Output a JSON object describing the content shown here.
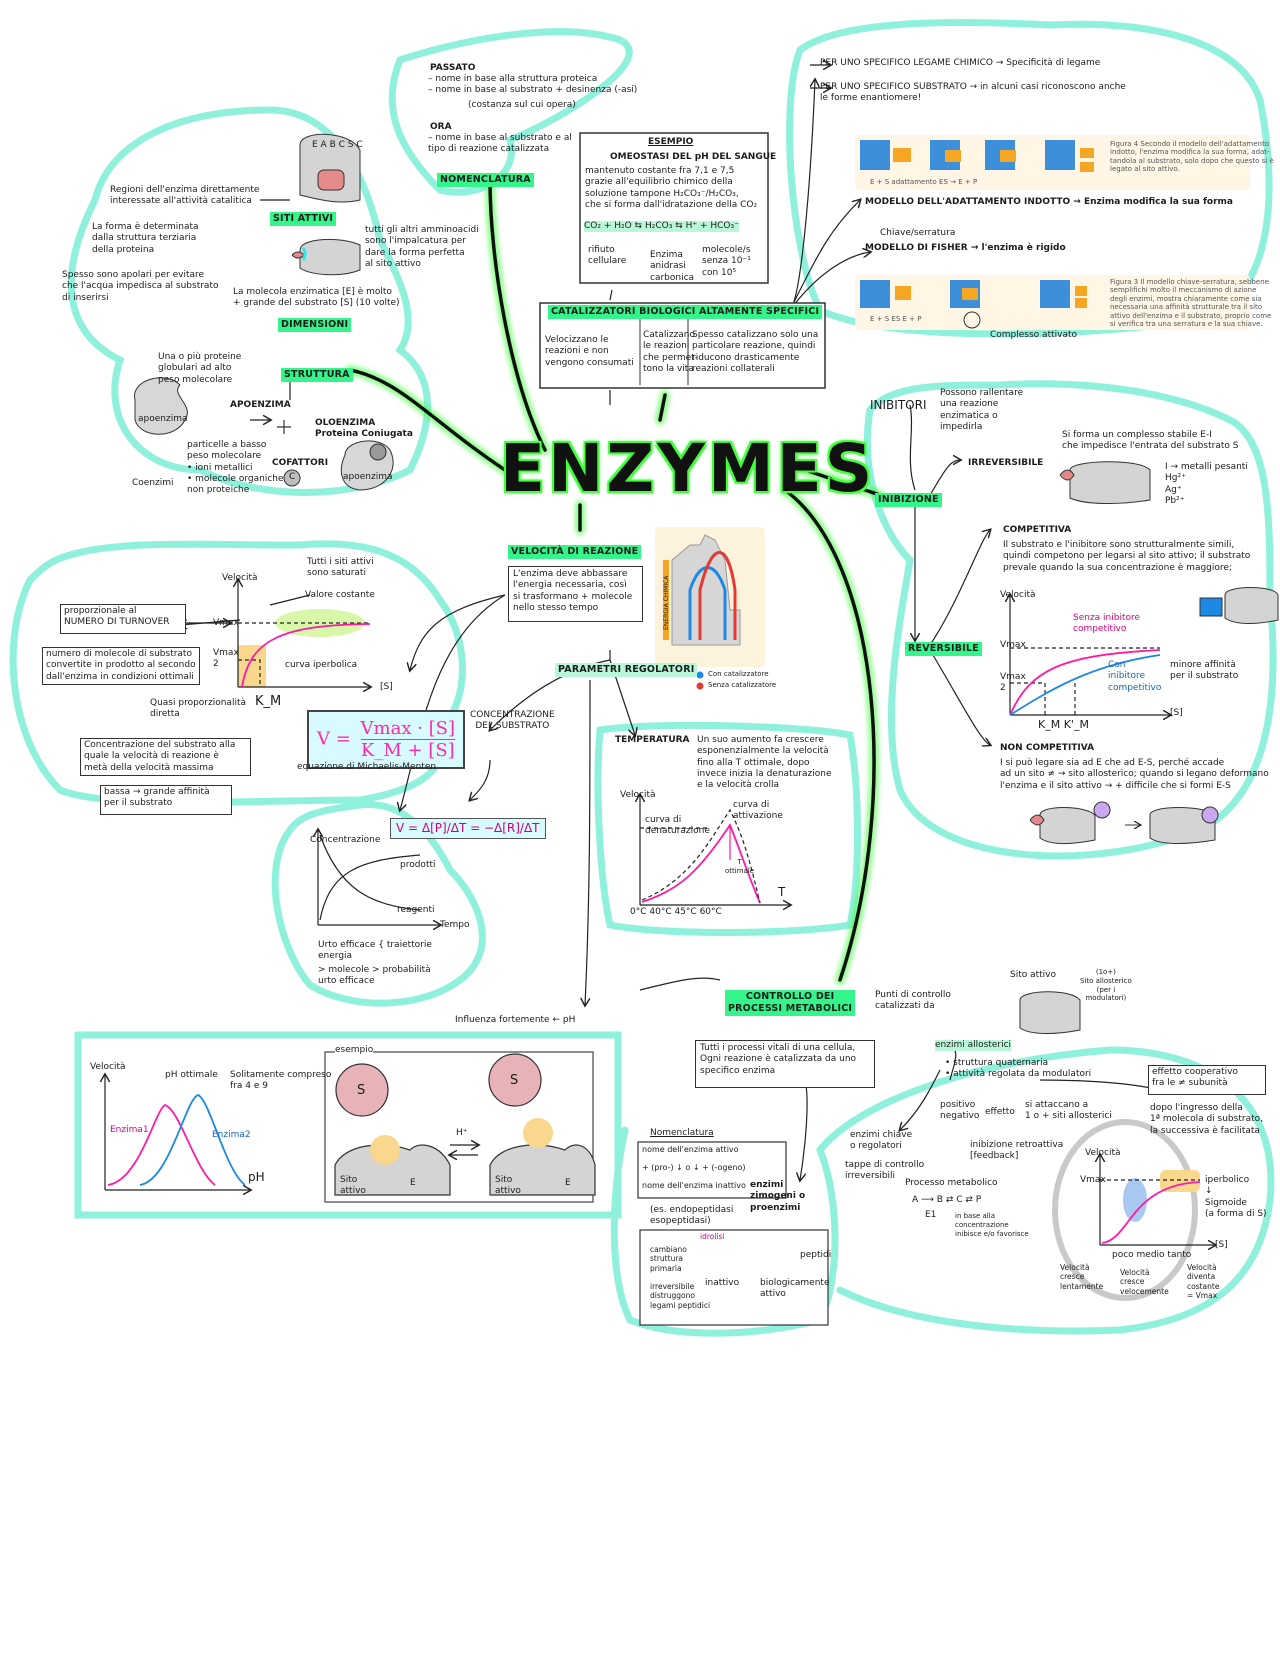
{
  "title": "ENZYMES",
  "colors": {
    "outline": "#8ff0dc",
    "highlight": "#33f58a",
    "magenta": "#ff1aa8",
    "blue": "#1e88e5",
    "node_line": "#1a1a1a"
  },
  "nomenclatura": {
    "passato_label": "PASSATO",
    "passato_items": "– nome in base alla struttura proteica\n– nome in base al substrato + desinenza (-asi)",
    "passato_note": "(costanza sul cui opera)",
    "ora_label": "ORA",
    "ora_items": "– nome in base al substrato e al\n   tipo di reazione catalizzata",
    "node": "NOMENCLATURA"
  },
  "siti": {
    "labels_letters": "E  A  B  C  S  C",
    "regioni": "Regioni dell'enzima direttamente\ninteressate all'attività catalitica",
    "node": "SITI ATTIVI",
    "forma": "La forma è determinata\ndalla struttura terziaria\ndella proteina",
    "spesso": "Spesso sono apolari per evitare\nche l'acqua impedisca al substrato\ndi inserirsi",
    "tutti": "tutti gli altri amminoacidi\nsono l'impalcatura per\ndare la forma perfetta\nal sito attivo",
    "molecola": "La molecola enzimatica [E] è molto\n+ grande del substrato [S] (10 volte)",
    "dimensioni": "DIMENSIONI"
  },
  "struttura": {
    "una": "Una o più proteine\nglobulari ad alto\npeso molecolare",
    "node": "STRUTTURA",
    "apoenzima": "APOENZIMA",
    "oloenzima": "OLOENZIMA\nProteina Coniugata",
    "particelle": "particelle a basso\npeso molecolare\n• ioni metallici\n• molecole organiche\n  non proteiche",
    "cofattori": "COFATTORI",
    "coenzimi": "Coenzimi",
    "apoenz_icon": "apoenzima",
    "oloenz_icon": "apoenzima",
    "C": "C"
  },
  "esempio": {
    "header": "ESEMPIO",
    "sub": "OMEOSTASI DEL pH DEL SANGUE",
    "body": "mantenuto costante fra 7,1 e 7,5\ngrazie all'equilibrio chimico della\nsoluzione tampone H₂CO₃⁻/H₂CO₃,\nche si forma dall'idratazione della CO₂",
    "eq": "CO₂ + H₂O ⇆ H₂CO₃ ⇆ H⁺ + HCO₃⁻",
    "rifiuto": "rifiuto\ncellulare",
    "enzima": "Enzima\nanidrasi\ncarbonica",
    "molecole": "molecole/s\nsenza 10⁻¹\ncon 10⁵"
  },
  "catalizzatori": {
    "header": "CATALIZZATORI BIOLOGICI ALTAMENTE SPECIFICI",
    "col1": "Velocizzano le\nreazioni e non\nvengono consumati",
    "col2": "Catalizzano\nle reazioni\nche permet-\ntono la vita",
    "col3": "Spesso catalizzano solo una\nparticolare reazione, quindi\nriducono drasticamente\nreazioni collaterali"
  },
  "specificita": {
    "legame": "PER UNO SPECIFICO LEGAME CHIMICO → Specificità di legame",
    "substrato": "PER UNO SPECIFICO SUBSTRATO → in alcuni casi riconoscono anche\n                                           le forme enantiomere!",
    "fig4": "Figura 4  Secondo il modello dell'adattamento\nindotto, l'enzima modifica la sua forma, adat-\ntandola al substrato, solo dopo che questo si è\nlegato al sito attivo.",
    "fig4_labels": "E  +  S   adattamento   ES   →   E  +  P",
    "adattamento": "MODELLO DELL'ADATTAMENTO INDOTTO → Enzima modifica la sua forma",
    "chiave": "Chiave/serratura",
    "fisher": "MODELLO DI FISHER → l'enzima è rigido",
    "fig3": "Figura 3  Il modello chiave-serratura, sebbene\nsemplifichi molto il meccanismo di azione\ndegli enzimi, mostra chiaramente come sia\nnecessaria una affinità strutturale tra il sito\nattivo dell'enzima e il substrato, proprio come\nsi verifica tra una serratura e la sua chiave.",
    "fig3_labels": "E  +  S            ES            E  +  P",
    "complesso": "Complesso attivato"
  },
  "inibitori": {
    "node": "INIBITORI",
    "possono": "Possono rallentare\nuna reazione\nenzimatica o\nimpedirla",
    "inibizione": "INIBIZIONE",
    "irreversibile": "IRREVERSIBILE",
    "irr_text": "Si forma un complesso stabile E-I\nche impedisce l'entrata del substrato S",
    "metalli": "I → metalli pesanti\n     Hg²⁺\n     Ag⁺\n     Pb²⁺",
    "competitiva": "COMPETITIVA",
    "comp_text": "Il substrato e l'inibitore sono strutturalmente simili,\nquindi competono per legarsi al sito attivo; il substrato\nprevale quando la sua concentrazione è maggiore;",
    "reversibile": "REVERSIBILE",
    "chart_velocita": "Velocità",
    "chart_vmax": "Vmax",
    "chart_vmax2": "Vmax\n  2",
    "chart_senza": "Senza inibitore\ncompetitivo",
    "chart_con": "Con\ninibitore\ncompetitivo",
    "chart_minore": "minore affinità\nper il substrato",
    "chart_km": "K_M   K'_M",
    "chart_s": "[S]",
    "non_competitiva": "NON COMPETITIVA",
    "noncomp_text": "I si può legare sia ad E che ad E-S, perché accade\nad un sito ≠ → sito allosterico; quando si legano deformano\nl'enzima e il sito attivo → + difficile che si formi E-S"
  },
  "velocita": {
    "node": "VELOCITÀ DI REAZIONE",
    "box": "L'enzima deve abbassare\nl'energia necessaria, così\nsi trasformano + molecole\nnello stesso tempo",
    "energia": "ENERGIA CHIMICA",
    "legend_con": "Con catalizzatore",
    "legend_senza": "Senza catalizzatore",
    "parametri": "PARAMETRI REGOLATORI",
    "tutti_siti": "Tutti i siti attivi\nsono saturati",
    "valore": "Valore costante",
    "velocita": "Velocità",
    "proporzionale": "proporzionale al\nNUMERO DI TURNOVER",
    "numero": "numero di molecole di substrato\nconvertite in prodotto al secondo\ndall'enzima in condizioni ottimali",
    "vmax": "Vmax",
    "vmax2": "Vmax\n  2",
    "curva": "curva iperbolica",
    "s": "[S]",
    "quasi": "Quasi proporzionalità\ndiretta",
    "km": "K_M",
    "conc_km": "Concentrazione del substrato alla\nquale la velocità di reazione è\nmetà della velocità massima",
    "bassa": "bassa → grande affinità\n            per il substrato",
    "mm_formula": "V = Vmax·[S] / (K_M + [S])",
    "mm_num": "Vmax · [S]",
    "mm_den": "K_M + [S]",
    "mm_v": "V =",
    "michaelis": "equazione di Michaelis-Menten",
    "conc_sub": "CONCENTRAZIONE\nDEL SUBSTRATO",
    "rate_formula": "V = Δ[P]/ΔT = −Δ[R]/ΔT",
    "conc": "Concentrazione",
    "prodotti": "prodotti",
    "reagenti": "reagenti",
    "tempo": "Tempo",
    "urto": "Urto efficace { traiettorie\n                     energia",
    "molecole_urto": "> molecole > probabilità\n    urto efficace",
    "temperatura": "TEMPERATURA",
    "temp_text": "Un suo aumento fa crescere\nesponenzialmente la velocità\nfino alla T ottimale, dopo\ninvece inizia la denaturazione\ne la velocità crolla",
    "t_velocita": "Velocità",
    "t_denat": "curva di\ndenaturazione",
    "t_attiv": "curva di\nattivazione",
    "t_ottimale": "T\nottimale",
    "t_ticks": "0°C        40°C       45°C      60°C",
    "t_axis": "T",
    "ph_label": "Influenza fortemente ← pH"
  },
  "ph": {
    "velocita": "Velocità",
    "ph_ottimale": "pH ottimale",
    "solitamente": "Solitamente compreso\n     fra 4 e 9",
    "enzima1": "Enzima1",
    "enzima2": "Enzima2",
    "ph_axis": "pH",
    "esempio": "esempio",
    "sito": "Sito\nattivo",
    "E": "E",
    "S": "S",
    "hplus": "H⁺"
  },
  "controllo": {
    "node": "CONTROLLO DEI\nPROCESSI METABOLICI",
    "punti": "Punti di controllo\ncatalizzati da",
    "tutti": "Tutti i processi vitali di una cellula,\nOgni reazione è catalizzata da uno\nspecifico enzima",
    "sito_attivo": "Sito attivo",
    "sito_allosterico": "(1o+)\nSito allosterico\n(per i\nmodulatori)",
    "allosterici": "enzimi allosterici",
    "struttura": "• struttura quaternaria\n• attività regolata da modulatori",
    "positivo": "positivo\nnegativo",
    "effetto": "effetto",
    "si_attaccano": "si attaccano a\n1 o + siti allosterici",
    "enzimi_chiave": "enzimi chiave\no regolatori",
    "tappe": "tappe di controllo\nirreversibili",
    "inibizione_retro": "inibizione retroattiva\n[feedback]",
    "processo": "Processo metabolico",
    "pathway": "A ⟶ B ⇄ C ⇄ P",
    "E1": "E1",
    "in_base": "in base alla\nconcentrazione\ninibisce e/o favorisce",
    "cooperativo": "effetto cooperativo\nfra le ≠ subunità",
    "dopo": "dopo l'ingresso della\n1ª molecola di substrato,\nla successiva è facilitata",
    "c_velocita": "Velocità",
    "c_vmax": "Vmax",
    "iperbolico": "iperbolico\n↓\nSigmoide\n(a forma di S)",
    "c_s": "[S]",
    "c_ticks": "poco   medio   tanto",
    "vel1": "Velocità\ncresce\nlentamente",
    "vel2": "Velocità\ncresce\nvelocemente",
    "vel3": "Velocità\ndiventa\ncostante\n= Vmax",
    "nomenclatura": "Nomenclatura",
    "nome_attivo": "nome dell'enzima attivo",
    "pro": "+ (pro-)  ↓  o  ↓ + (-ogeno)",
    "nome_inattivo": "nome dell'enzima inattivo",
    "es": "(es. endopeptidasi\n      esopeptidasi)",
    "zimogeni": "enzimi\nzimogeni o\nproenzimi",
    "idrolisi": "idrolisi",
    "cambiano": "cambiano\nstruttura\nprimaria",
    "irreversibile": "irreversibile\ndistruggono\nlegami peptidici",
    "inattivo": "inattivo",
    "peptidi": "peptidi",
    "bio_attivo": "biologicamente\nattivo"
  }
}
